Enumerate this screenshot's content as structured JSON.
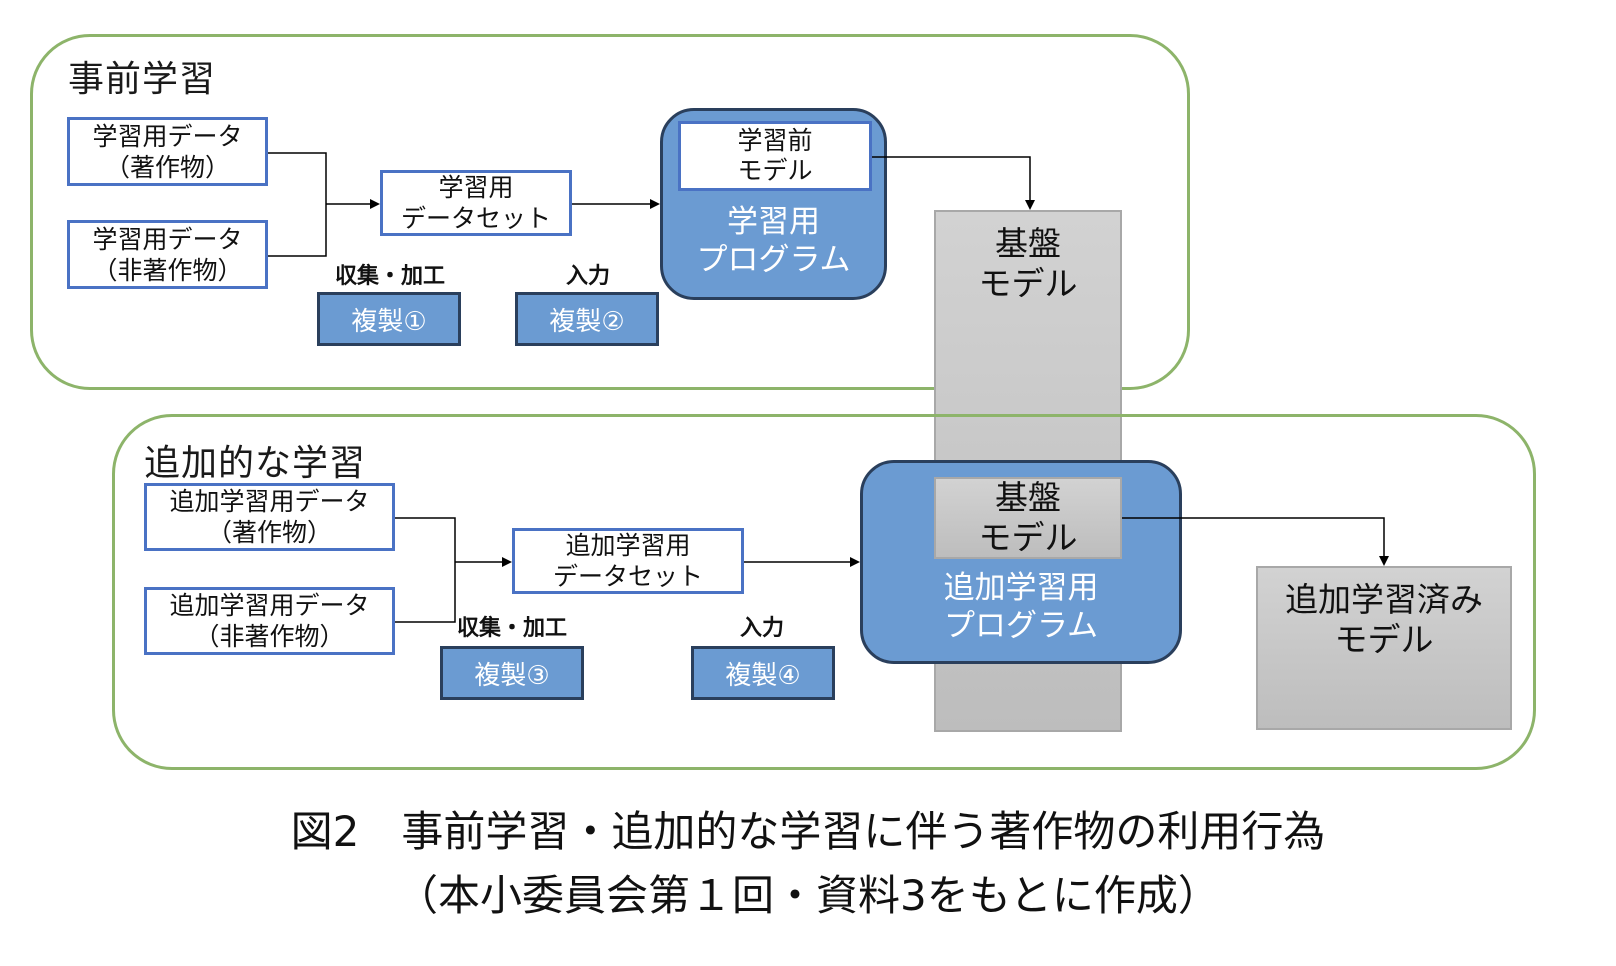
{
  "groups": {
    "pretraining": {
      "title": "事前学習",
      "data_copyrighted": [
        "学習用データ",
        "（著作物）"
      ],
      "data_noncopyrighted": [
        "学習用データ",
        "（非著作物）"
      ],
      "dataset": [
        "学習用",
        "データセット"
      ],
      "step1_label": "収集・加工",
      "step1_act": "複製①",
      "step2_label": "入力",
      "step2_act": "複製②",
      "program": [
        "学習用",
        "プログラム"
      ],
      "inner_model": [
        "学習前",
        "モデル"
      ]
    },
    "additional": {
      "title": "追加的な学習",
      "data_copyrighted": [
        "追加学習用データ",
        "（著作物）"
      ],
      "data_noncopyrighted": [
        "追加学習用データ",
        "（非著作物）"
      ],
      "dataset": [
        "追加学習用",
        "データセット"
      ],
      "step1_label": "収集・加工",
      "step1_act": "複製③",
      "step2_label": "入力",
      "step2_act": "複製④",
      "program": [
        "追加学習用",
        "プログラム"
      ],
      "inner_model": [
        "基盤",
        "モデル"
      ],
      "output_model": [
        "追加学習済み",
        "モデル"
      ]
    }
  },
  "foundation_model": [
    "基盤",
    "モデル"
  ],
  "caption": {
    "line1": "図2　事前学習・追加的な学習に伴う著作物の利用行為",
    "line2": "（本小委員会第１回・資料3をもとに作成）"
  },
  "colors": {
    "group_border": "#8db46a",
    "data_border": "#4a72c4",
    "program_fill": "#6b9bd2",
    "program_border": "#2a3f5c",
    "model_gray": "#c8c8c8"
  }
}
